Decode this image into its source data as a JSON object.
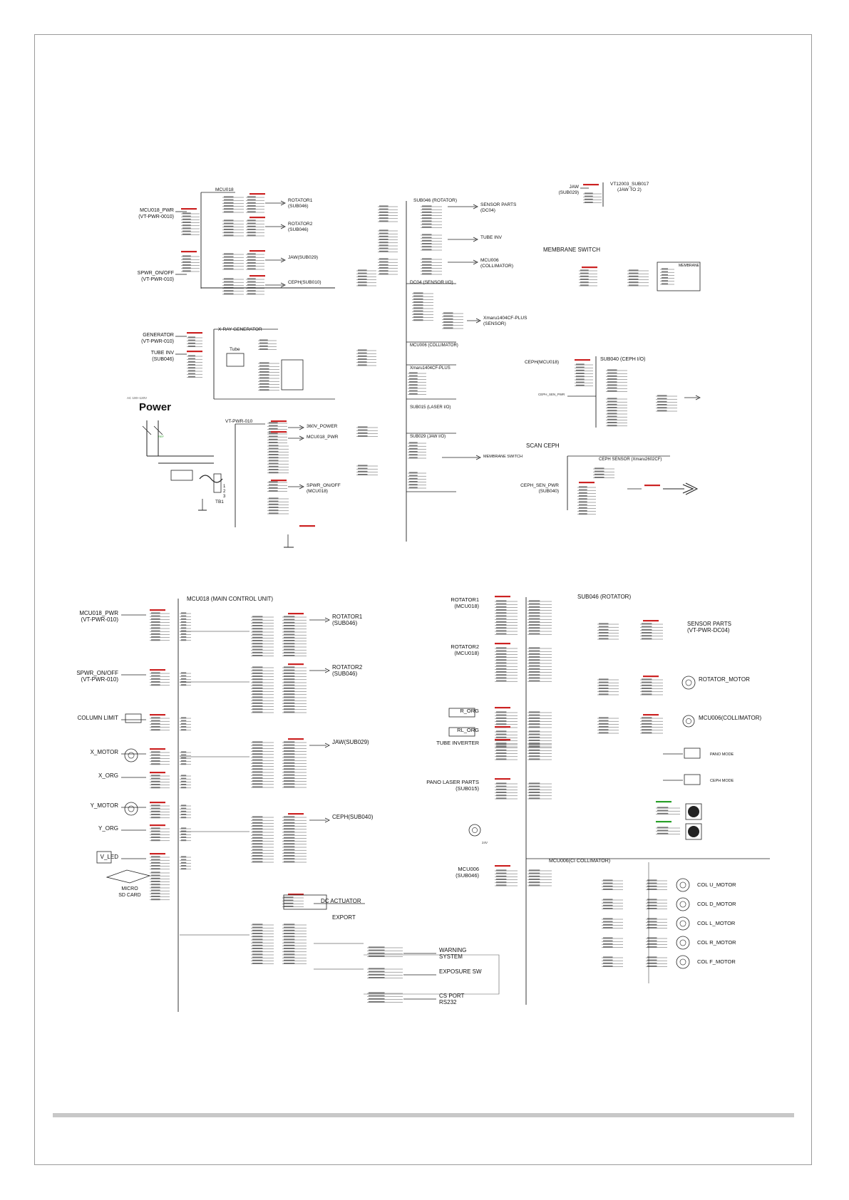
{
  "colors": {
    "line": "#222222",
    "pin_text": "#333333",
    "ref_red": "#cc2222",
    "ref_green": "#2aa02a",
    "frame": "#9a9a9a",
    "footer": "#c8c8c8"
  },
  "top": {
    "left_labels": [
      {
        "id": "mcu018-pwr-l1",
        "text": "MCU018_PWR"
      },
      {
        "id": "mcu018-pwr-l2",
        "text": "(VT-PWR-0010)"
      },
      {
        "id": "spwr-l1",
        "text": "SPWR_ON/OFF"
      },
      {
        "id": "spwr-l2",
        "text": "(VT-PWR-010)"
      },
      {
        "id": "gen-l1",
        "text": "GENERATOR"
      },
      {
        "id": "gen-l2",
        "text": "(VT-PWR-010)"
      },
      {
        "id": "tubeinv-l1",
        "text": "TUBE INV"
      },
      {
        "id": "tubeinv-l2",
        "text": "(SUB046)"
      }
    ],
    "headers": [
      {
        "id": "mcu018",
        "text": "MCU018"
      },
      {
        "id": "xray",
        "text": "X-RAY GENERATOR"
      },
      {
        "id": "tube",
        "text": "Tube"
      },
      {
        "id": "vt-pwr-010",
        "text": "VT-PWR-010"
      },
      {
        "id": "sub046",
        "text": "SUB046 (ROTATOR)"
      },
      {
        "id": "dc04",
        "text": "DC04 (SENSOR I/O)"
      },
      {
        "id": "mcu006",
        "text": "MCU006 (COLLIMATOR)"
      },
      {
        "id": "xmaru",
        "text": "Xmaru1404CF-PLUS"
      },
      {
        "id": "sub015",
        "text": "SUB015 (LASER I/O)"
      },
      {
        "id": "sub029",
        "text": "SUB029 (JAW I/O)"
      }
    ],
    "right_outputs": [
      {
        "id": "rot1",
        "l1": "ROTATOR1",
        "l2": "(SUB046)"
      },
      {
        "id": "rot2",
        "l1": "ROTATOR2",
        "l2": "(SUB046)"
      },
      {
        "id": "jaw",
        "l1": "JAW(SUB029)",
        "l2": ""
      },
      {
        "id": "ceph",
        "l1": "CEPH(SUB010)",
        "l2": ""
      },
      {
        "id": "sensor",
        "l1": "SENSOR PARTS",
        "l2": "(DC04)"
      },
      {
        "id": "tubeinv",
        "l1": "TUBE INV",
        "l2": ""
      },
      {
        "id": "mcu006",
        "l1": "MCU006",
        "l2": "(COLLIMATOR)"
      },
      {
        "id": "xmaru-plus",
        "l1": "Xmaru1404CF-PLUS",
        "l2": "(SENSOR)"
      },
      {
        "id": "360v",
        "l1": "360V_POWER",
        "l2": ""
      },
      {
        "id": "mcupwr",
        "l1": "MCU018_PWR",
        "l2": ""
      },
      {
        "id": "spwr",
        "l1": "SPWR_ON/OFF",
        "l2": "(MCU018)"
      },
      {
        "id": "membrane-sw",
        "l1": "MEMBRANE SWITCH",
        "l2": ""
      }
    ],
    "power_title": "Power",
    "tb1": "TB1",
    "jaw_ref": "JAW",
    "jaw_ref2": "(SUB029)",
    "vt12003": "VT12003_SUB017",
    "jaw_to2": "(JAW TO 2)",
    "membrane_title": "MEMBRANE SWITCH",
    "membrane_box": "MEMBRANE",
    "ceph_in_1": "CEPH(MCU018)",
    "sub040": "SUB040 (CEPH I/O)",
    "scan_ceph": "SCAN CEPH",
    "ceph_sensor": "CEPH SENSOR (Xmaru2602CF)",
    "ceph_sen_pwr": "CEPH_SEN_PWR",
    "ceph_sen_pwr2": "(SUB040)"
  },
  "mcu_section": {
    "title": "MCU018 (MAIN CONTROL UNIT)",
    "left": [
      {
        "id": "mcu-pwr",
        "l1": "MCU018_PWR",
        "l2": "(VT-PWR-010)"
      },
      {
        "id": "spwr",
        "l1": "SPWR_ON/OFF",
        "l2": "(VT-PWR-010)"
      },
      {
        "id": "col-limit",
        "l1": "COLUMN LIMIT",
        "l2": ""
      },
      {
        "id": "x-motor",
        "l1": "X_MOTOR",
        "l2": ""
      },
      {
        "id": "x-org",
        "l1": "X_ORG",
        "l2": ""
      },
      {
        "id": "y-motor",
        "l1": "Y_MOTOR",
        "l2": ""
      },
      {
        "id": "y-org",
        "l1": "Y_ORG",
        "l2": ""
      },
      {
        "id": "v-led",
        "l1": "V_LED",
        "l2": ""
      },
      {
        "id": "sd",
        "l1": "MICRO",
        "l2": "SD CARD"
      }
    ],
    "right": [
      {
        "id": "rot1",
        "l1": "ROTATOR1",
        "l2": "(SUB046)"
      },
      {
        "id": "rot2",
        "l1": "ROTATOR2",
        "l2": "(SUB046)"
      },
      {
        "id": "jaw",
        "l1": "JAW(SUB029)",
        "l2": ""
      },
      {
        "id": "ceph",
        "l1": "CEPH(SUB040)",
        "l2": ""
      },
      {
        "id": "dc",
        "l1": "DC ACTUATOR",
        "l2": ""
      },
      {
        "id": "export",
        "l1": "EXPORT",
        "l2": ""
      },
      {
        "id": "warn",
        "l1": "WARNING",
        "l2": "SYSTEM"
      },
      {
        "id": "expsw",
        "l1": "EXPOSURE SW",
        "l2": ""
      },
      {
        "id": "csport",
        "l1": "CS PORT",
        "l2": "RS232"
      }
    ]
  },
  "sub_section": {
    "title": "SUB046 (ROTATOR)",
    "left": [
      {
        "id": "rot1",
        "l1": "ROTATOR1",
        "l2": "(MCU018)"
      },
      {
        "id": "rot2",
        "l1": "ROTATOR2",
        "l2": "(MCU018)"
      },
      {
        "id": "r-org",
        "l1": "R_ORG",
        "l2": ""
      },
      {
        "id": "rl-org",
        "l1": "RL_ORG",
        "l2": ""
      },
      {
        "id": "tube-inv",
        "l1": "TUBE INVERTER",
        "l2": ""
      },
      {
        "id": "pano",
        "l1": "PANO LASER PARTS",
        "l2": "(SUB015)"
      },
      {
        "id": "mcu006",
        "l1": "MCU006",
        "l2": "(SUB046)"
      }
    ],
    "right": [
      {
        "id": "sensor",
        "l1": "SENSOR PARTS",
        "l2": "(VT-PWR-DC04)"
      },
      {
        "id": "rotmotor",
        "l1": "ROTATOR_MOTOR",
        "l2": ""
      },
      {
        "id": "mcu006",
        "l1": "MCU006(COLLIMATOR)",
        "l2": ""
      },
      {
        "id": "pano-mode",
        "l1": "PANO MODE",
        "l2": ""
      },
      {
        "id": "ceph-mode",
        "l1": "CEPH MODE",
        "l2": ""
      }
    ],
    "collimator_title": "MCU006(CI COLLIMATOR)",
    "motors": [
      "COL U_MOTOR",
      "COL D_MOTOR",
      "COL L_MOTOR",
      "COL R_MOTOR",
      "COL F_MOTOR"
    ]
  }
}
